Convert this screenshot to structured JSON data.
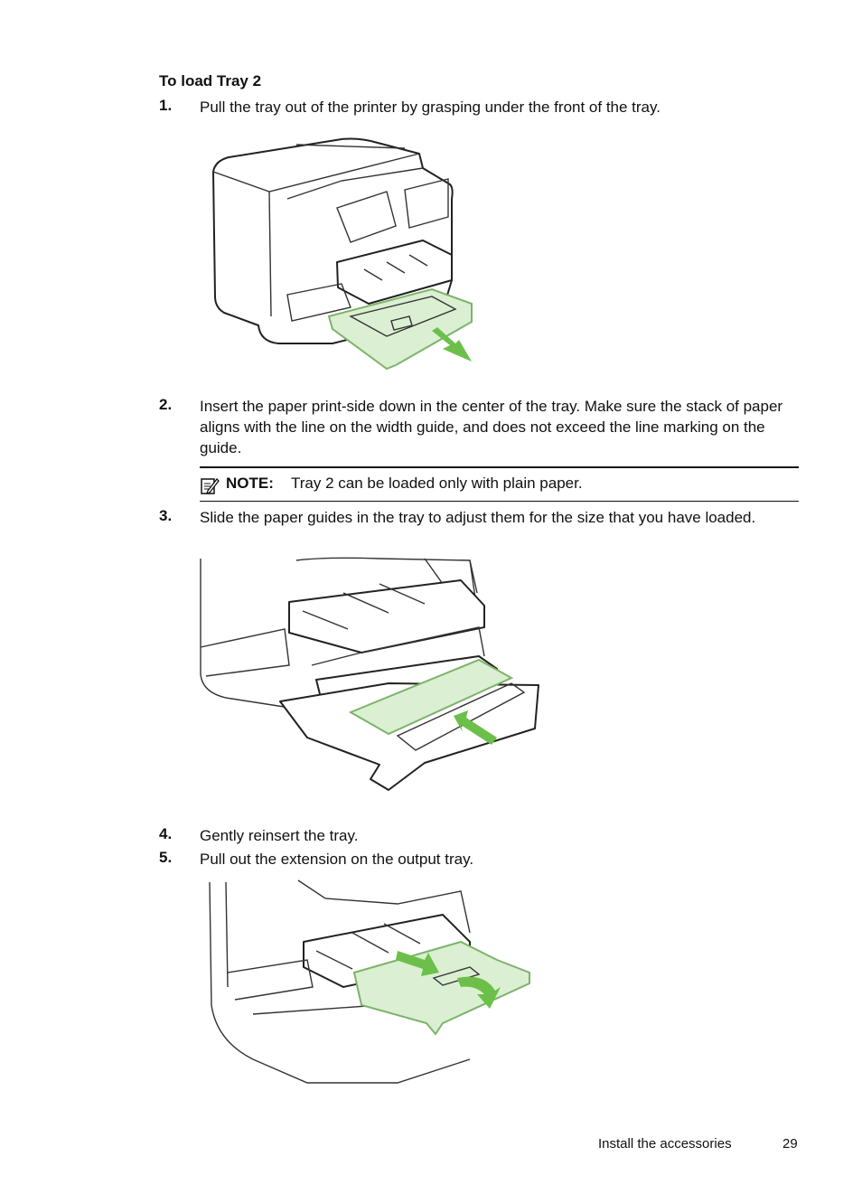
{
  "heading": "To load Tray 2",
  "steps": [
    {
      "num": "1.",
      "text": "Pull the tray out of the printer by grasping under the front of the tray."
    },
    {
      "num": "2.",
      "text": "Insert the paper print-side down in the center of the tray. Make sure the stack of paper aligns with the line on the width guide, and does not exceed the line marking on the guide."
    },
    {
      "num": "3.",
      "text": "Slide the paper guides in the tray to adjust them for the size that you have loaded."
    },
    {
      "num": "4.",
      "text": "Gently reinsert the tray."
    },
    {
      "num": "5.",
      "text": "Pull out the extension on the output tray."
    }
  ],
  "note": {
    "label": "NOTE:",
    "text": "Tray 2 can be loaded only with plain paper.",
    "icon": "note-pencil-icon"
  },
  "footer": {
    "section": "Install the accessories",
    "page": "29"
  },
  "colors": {
    "highlight_green": "#dbefd2",
    "arrow_green": "#6cc04a"
  }
}
